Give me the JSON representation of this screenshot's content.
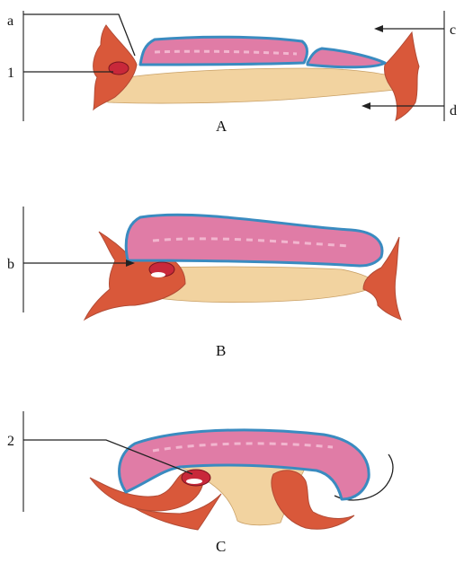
{
  "labels": {
    "a": "a",
    "b": "b",
    "c": "c",
    "d": "d",
    "one": "1",
    "two": "2"
  },
  "panels": {
    "A": "A",
    "B": "B",
    "C": "C"
  },
  "colors": {
    "amnion_cavity": "#e07ca6",
    "amnion_cavity_highlight": "#f2b6cf",
    "ectoderm_outline": "#3a8bc0",
    "mesoderm": "#d9583a",
    "endoderm_yolk": "#f2d3a0",
    "heart_tube": "#c8283a",
    "leader_line": "#222222"
  }
}
